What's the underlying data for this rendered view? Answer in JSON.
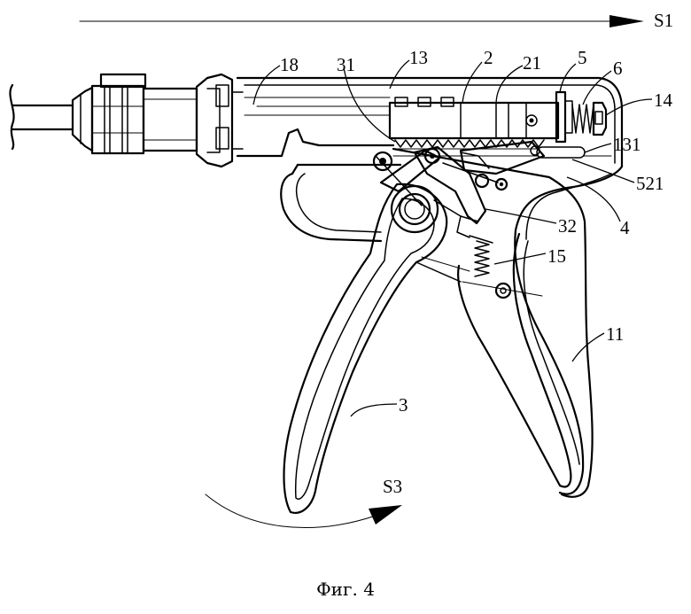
{
  "figure": {
    "caption": "Фиг. 4",
    "labels": {
      "s1": "S1",
      "l18": "18",
      "l31": "31",
      "l13": "13",
      "l2": "2",
      "l21": "21",
      "l5": "5",
      "l6": "6",
      "l14": "14",
      "l131": "131",
      "l521": "521",
      "l32": "32",
      "l4": "4",
      "l15": "15",
      "l11": "11",
      "l3": "3",
      "s3": "S3"
    }
  }
}
